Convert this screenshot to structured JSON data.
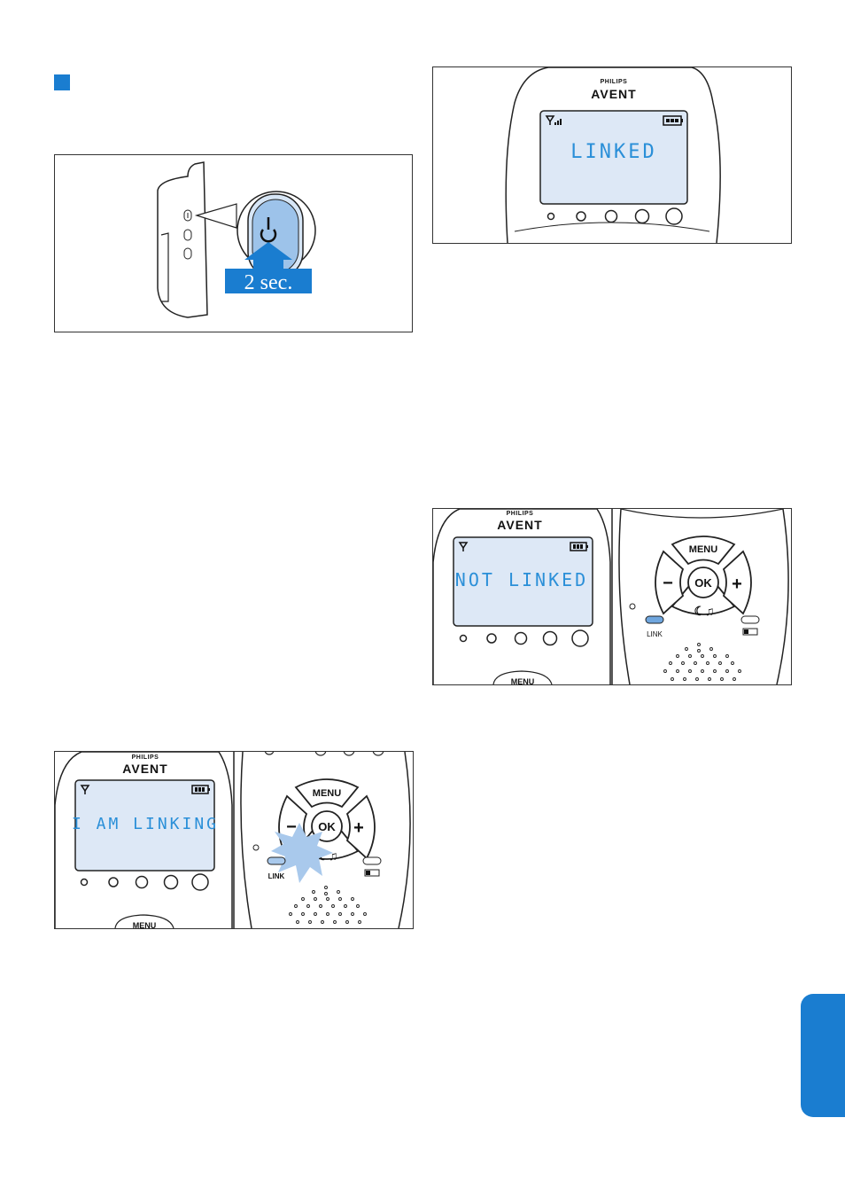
{
  "figures": {
    "power_press": {
      "duration_label": "2 sec."
    },
    "linked": {
      "brand_top": "PHILIPS",
      "brand_main": "AVENT",
      "lcd": "LINKED"
    },
    "not_linked": {
      "brand_top": "PHILIPS",
      "brand_main": "AVENT",
      "lcd": "NOT LINKED",
      "menu": "MENU",
      "ok": "OK",
      "minus": "−",
      "plus": "+",
      "link": "LINK",
      "menu_bottom": "MENU"
    },
    "linking": {
      "brand_top": "PHILIPS",
      "brand_main": "AVENT",
      "lcd": "I AM LINKING",
      "menu": "MENU",
      "ok": "OK",
      "minus": "−",
      "plus": "+",
      "link": "LINK",
      "menu_bottom": "MENU"
    }
  },
  "colors": {
    "accent": "#1a7dd0",
    "lcd_bg": "#dde8f6",
    "lcd_text": "#2a8fd8"
  }
}
